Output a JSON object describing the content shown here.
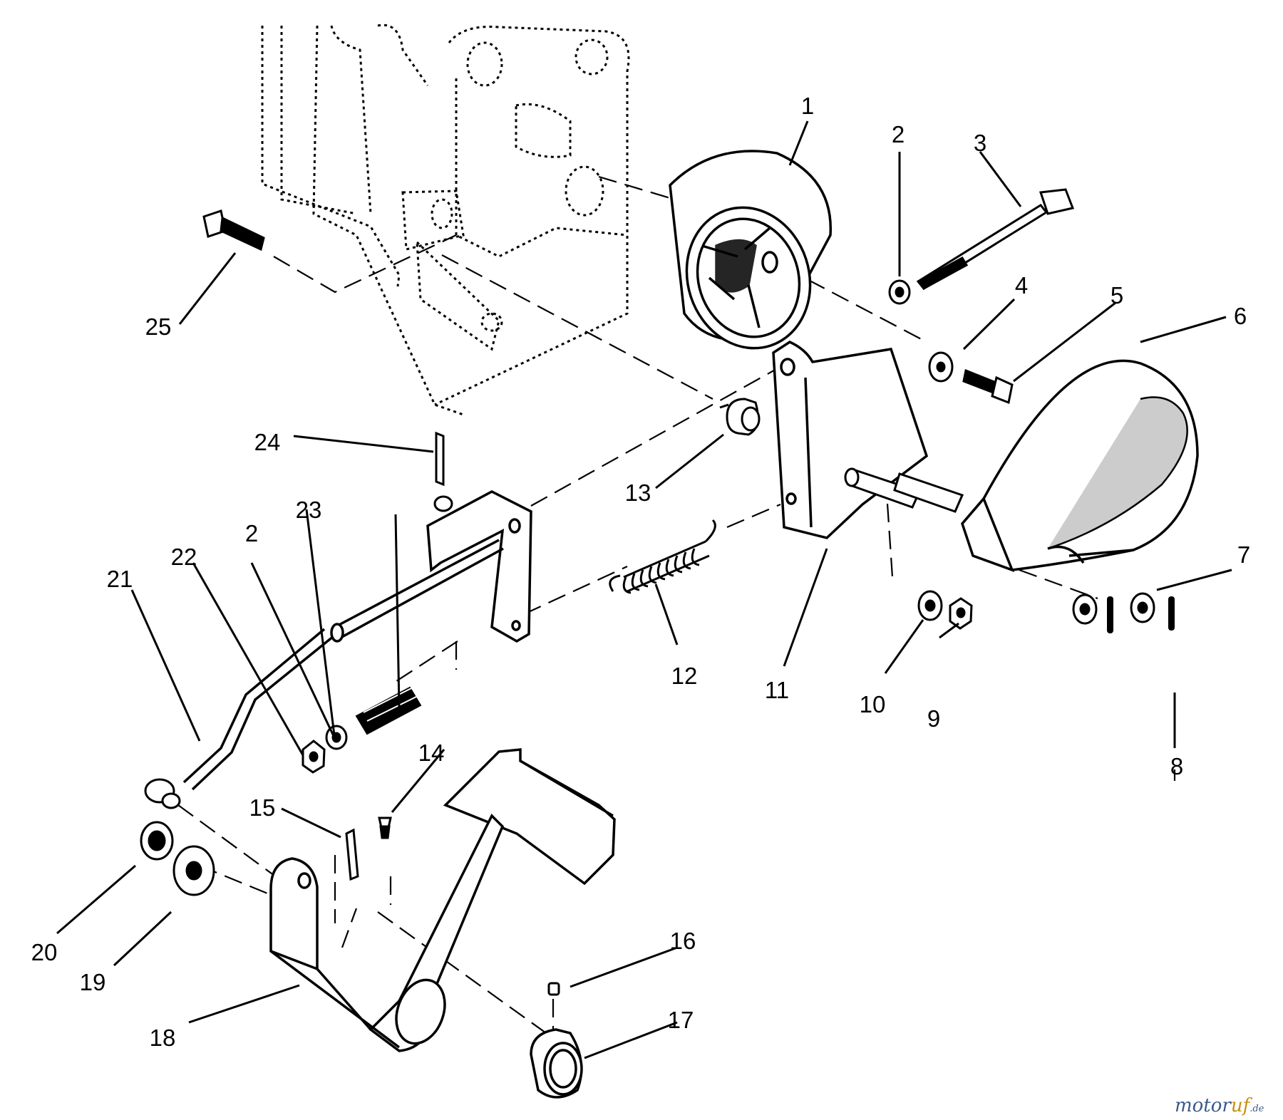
{
  "diagram": {
    "part_callouts": [
      {
        "key": "p1",
        "label": "1"
      },
      {
        "key": "p2a",
        "label": "2"
      },
      {
        "key": "p3",
        "label": "3"
      },
      {
        "key": "p4",
        "label": "4"
      },
      {
        "key": "p5",
        "label": "5"
      },
      {
        "key": "p6",
        "label": "6"
      },
      {
        "key": "p7",
        "label": "7"
      },
      {
        "key": "p8",
        "label": "8"
      },
      {
        "key": "p9",
        "label": "9"
      },
      {
        "key": "p10",
        "label": "10"
      },
      {
        "key": "p11",
        "label": "11"
      },
      {
        "key": "p12",
        "label": "12"
      },
      {
        "key": "p13",
        "label": "13"
      },
      {
        "key": "p14",
        "label": "14"
      },
      {
        "key": "p15",
        "label": "15"
      },
      {
        "key": "p16",
        "label": "16"
      },
      {
        "key": "p17",
        "label": "17"
      },
      {
        "key": "p18",
        "label": "18"
      },
      {
        "key": "p19",
        "label": "19"
      },
      {
        "key": "p20",
        "label": "20"
      },
      {
        "key": "p21",
        "label": "21"
      },
      {
        "key": "p22",
        "label": "22"
      },
      {
        "key": "p2b",
        "label": "2"
      },
      {
        "key": "p23",
        "label": "23"
      },
      {
        "key": "p24",
        "label": "24"
      },
      {
        "key": "p25",
        "label": "25"
      }
    ]
  },
  "watermark": {
    "brand_part1": "motor",
    "brand_part2": "uf",
    "brand_suffix": ".de",
    "colors": {
      "blue": "#3a5a8a",
      "gold": "#c89010"
    }
  }
}
